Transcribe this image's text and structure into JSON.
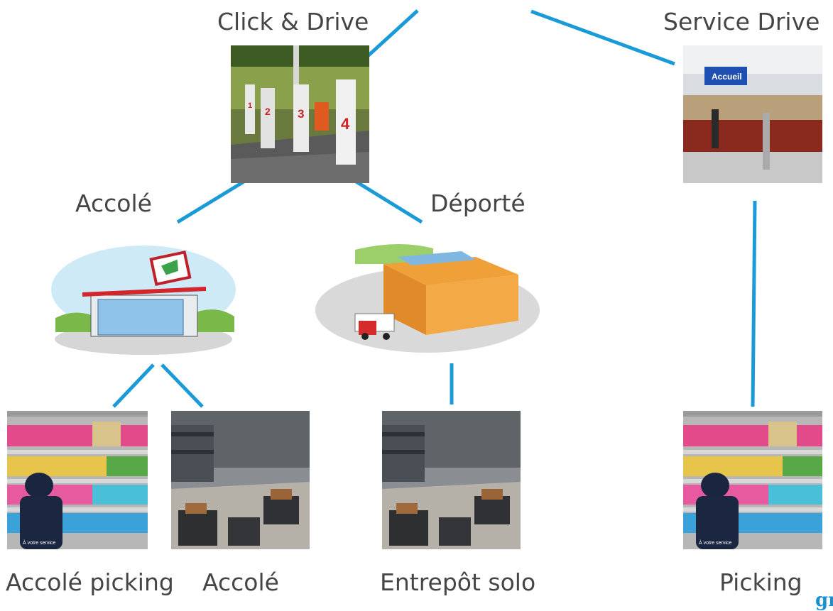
{
  "nodes": {
    "click_drive": "Click & Drive",
    "service_drive": "Service Drive",
    "accole": "Accolé",
    "deporte": "Déporté",
    "accole_picking": "Accolé picking",
    "accole_leaf": "Accolé",
    "entrepot_solo": "Entrepôt solo",
    "picking": "Picking"
  },
  "photo_text": {
    "kiosks": [
      "1",
      "2",
      "3",
      "4"
    ],
    "accueil_sign": "Accueil",
    "vest_text": "À votre service"
  },
  "logo_fragment": "gr",
  "colors": {
    "connector": "#1a9bd7",
    "label": "#454545"
  }
}
